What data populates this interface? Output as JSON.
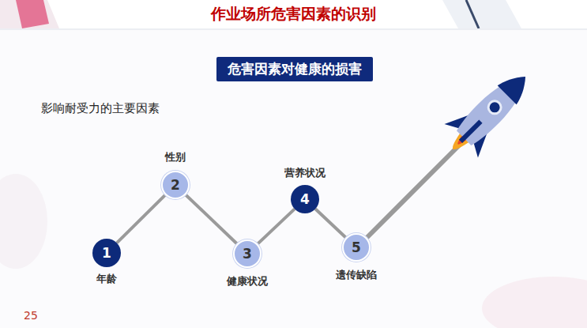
{
  "diagram": {
    "title": "作业场所危害因素的识别",
    "nodes": [
      {
        "text": [
          "危害因素对健康的损害"
        ]
      },
      {
        "text": [
          "1",
          "年龄"
        ]
      },
      {
        "text": [
          "2",
          "性别"
        ]
      },
      {
        "text": [
          "3",
          "健康状况"
        ]
      },
      {
        "text": [
          "4",
          "营养状况"
        ]
      },
      {
        "text": [
          "5",
          "遗传缺陷"
        ]
      }
    ],
    "edges": [
      {
        "from": 1,
        "to": 2,
        "arrow": "none"
      },
      {
        "from": 2,
        "to": 3,
        "arrow": "none"
      },
      {
        "from": 3,
        "to": 4,
        "arrow": "none"
      },
      {
        "from": 4,
        "to": 5,
        "arrow": "none"
      }
    ],
    "labels": [
      "影响耐受力的主要因素",
      "25"
    ]
  }
}
